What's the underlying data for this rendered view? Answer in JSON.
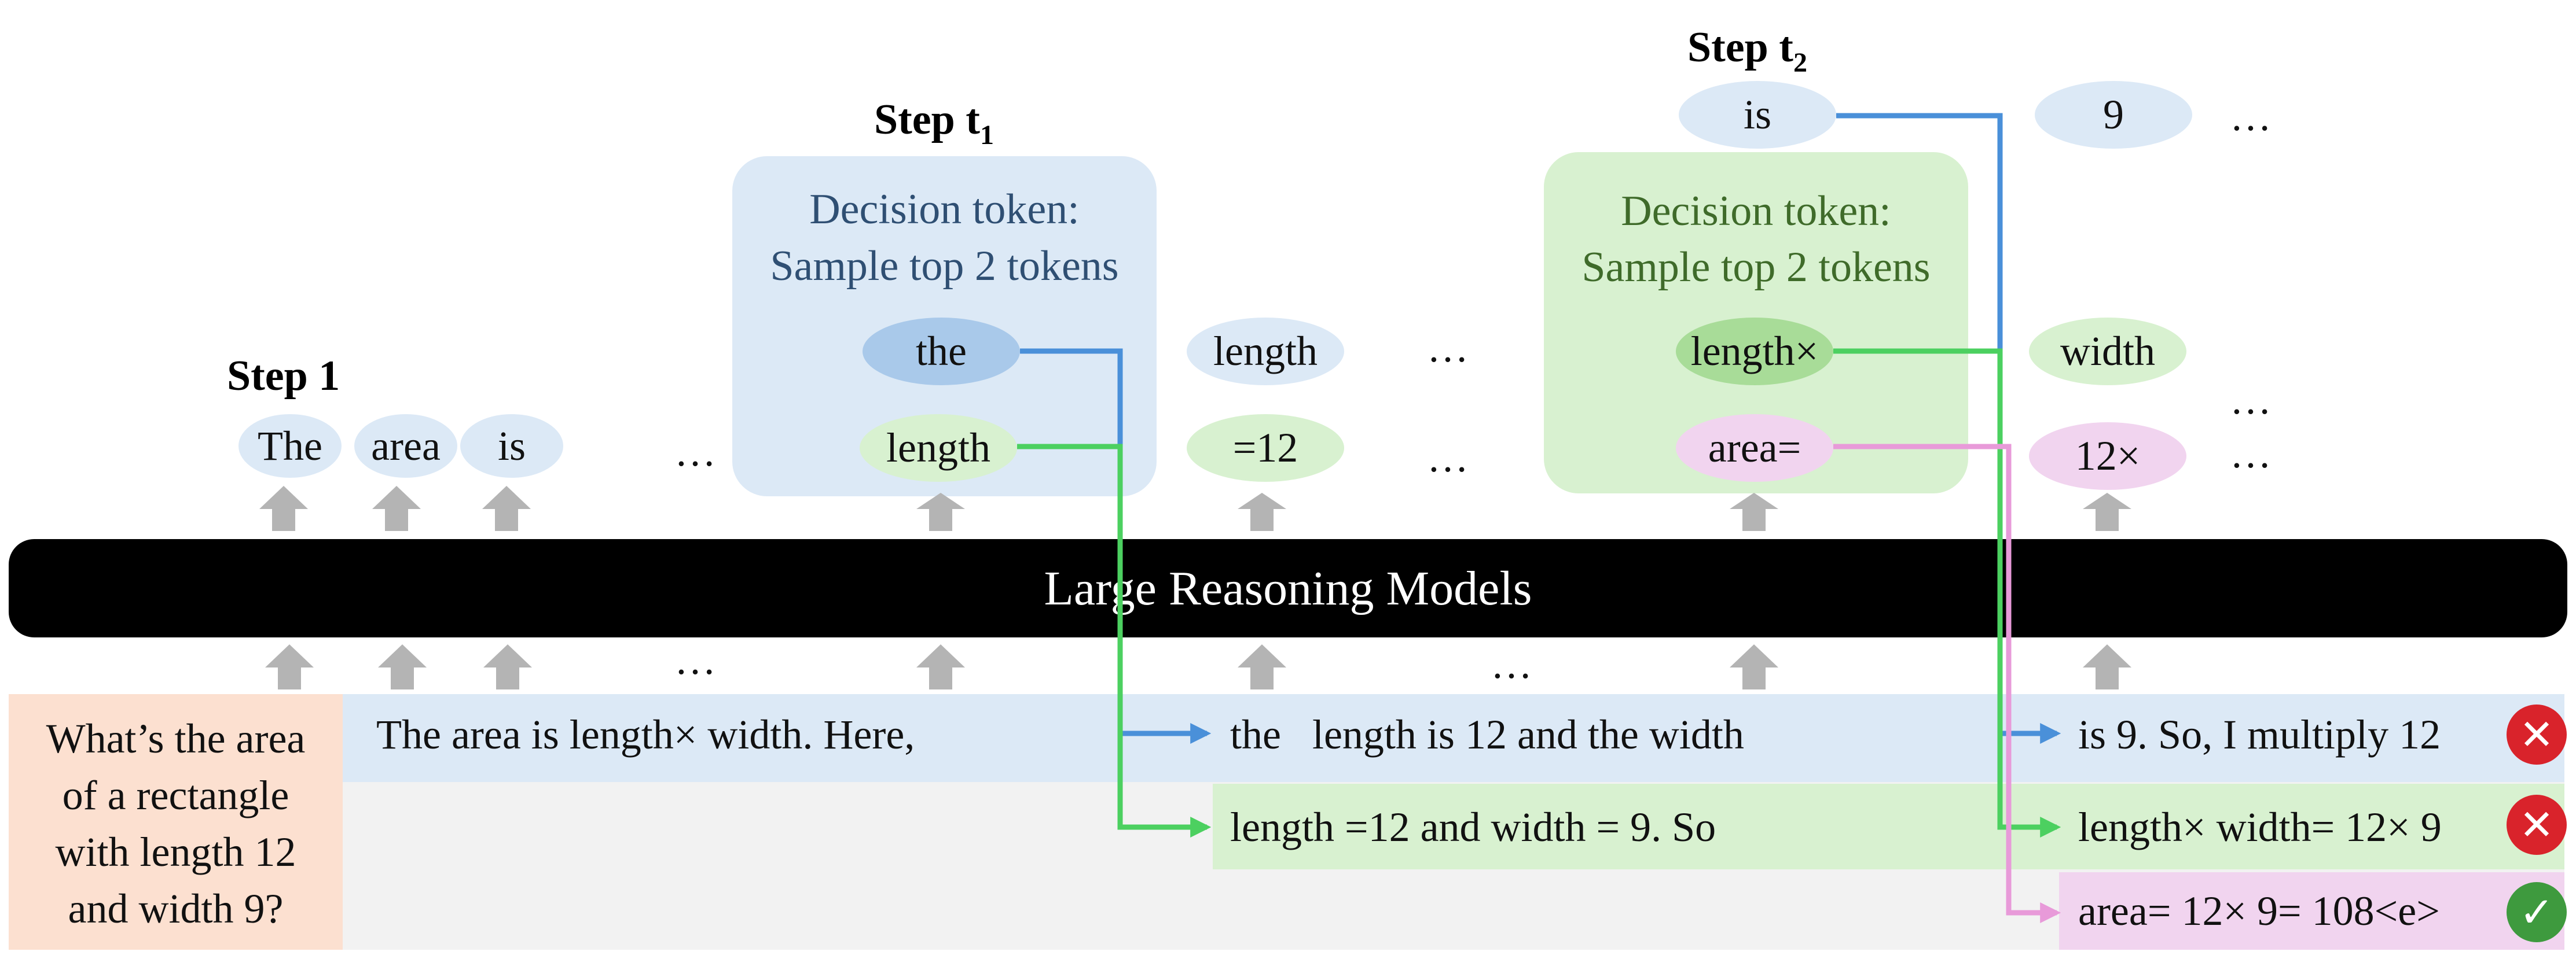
{
  "steps": {
    "step1": "Step 1",
    "step_t1": "Step t",
    "step_t1_sub": "1",
    "step_t2": "Step t",
    "step_t2_sub": "2"
  },
  "model_label": "Large Reasoning Models",
  "decision_boxes": [
    {
      "line1": "Decision token:",
      "line2": "Sample top 2 tokens"
    },
    {
      "line1": "Decision token:",
      "line2": "Sample top 2 tokens"
    }
  ],
  "step1_tokens": [
    "The",
    "area",
    "is"
  ],
  "t1_tokens": {
    "top": "the",
    "second": "length"
  },
  "after_t1_tokens": {
    "top": "length",
    "second": "=12"
  },
  "t2_tokens": {
    "chosen": "is",
    "top": "length×",
    "second": "area="
  },
  "after_t2_tokens": {
    "chosen": "9",
    "top": "width",
    "second": "12×"
  },
  "ellipsis": "…",
  "question": {
    "lines": [
      "What’s the area",
      "of a rectangle",
      "with length 12",
      "and width 9?"
    ]
  },
  "paths": {
    "prefix": "The area is length× width. Here,",
    "blue_a": "the   length is 12 and the width",
    "blue_b": "is 9. So, I multiply 12",
    "green_a": "length =12 and width = 9. So",
    "green_b": "length× width= 12× 9",
    "pink": "area= 12× 9= 108<e>"
  },
  "outcomes": {
    "blue": "✕",
    "green": "✕",
    "pink": "✓"
  },
  "colors": {
    "blue_line": "#4a90d9",
    "green_line": "#4cd060",
    "pink_line": "#e89ad9",
    "blue_band": "#dce9f6",
    "green_band": "#d8f1d0",
    "pink_band": "#f1d4ef",
    "question_bg": "#fce0d0",
    "gray_band": "#f2f2f2",
    "blue_box": "#dce9f6",
    "green_box": "#d8f1d0",
    "decision_blue_text": "#2f4f73",
    "decision_green_text": "#3f6b2a",
    "wrong": "#d9232b",
    "right": "#3e9a3e"
  }
}
